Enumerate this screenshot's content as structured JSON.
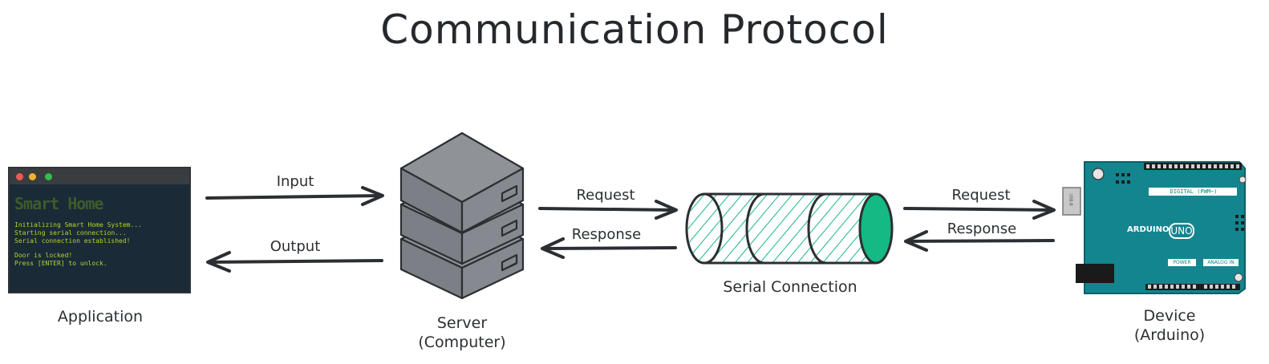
{
  "title": "Communication Protocol",
  "nodes": {
    "application": {
      "label": "Application"
    },
    "server": {
      "label_line1": "Server",
      "label_line2": "(Computer)"
    },
    "serial": {
      "label": "Serial Connection"
    },
    "device": {
      "label_line1": "Device",
      "label_line2": "(Arduino)"
    }
  },
  "edges": {
    "input": "Input",
    "output": "Output",
    "request_serial": "Request",
    "response_serial": "Response",
    "request_device": "Request",
    "response_device": "Response"
  },
  "terminal": {
    "heading": "Smart Home",
    "lines": [
      "Initializing Smart Home System...",
      "Starting serial connection...",
      "Serial connection established!",
      "",
      "Door is locked!",
      "Press [ENTER] to unlock."
    ]
  },
  "arduino": {
    "brand": "ARDUINO",
    "model": "UNO",
    "digital_label": "DIGITAL (PWM~)",
    "power_label": "POWER",
    "analog_label": "ANALOG IN",
    "usb_label": "USB-B"
  },
  "colors": {
    "stroke": "#2b2f33",
    "server_fill": "#868a90",
    "serial_hatch": "#19b985",
    "serial_cap": "#14b983",
    "arduino_board": "#13858f",
    "terminal_bg": "#1a2a37",
    "terminal_text": "#b3d334"
  }
}
